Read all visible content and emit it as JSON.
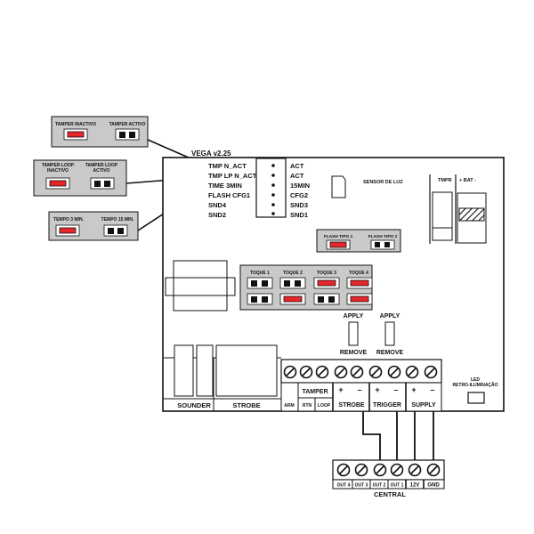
{
  "board": {
    "title": "VEGA v2.25",
    "left_labels": [
      "TMP N_ACT",
      "TMP LP N_ACT",
      "TIME 3MIN",
      "FLASH CFG1",
      "SND4",
      "SND2"
    ],
    "right_labels": [
      "ACT",
      "ACT",
      "15MIN",
      "CFG2",
      "SND3",
      "SND1"
    ],
    "sensor_label": "SENSOR DE LUZ",
    "tmpr_label": "TMPR",
    "bat_label": "+ BAT -",
    "led_label_1": "LED",
    "led_label_2": "RETRO-ILUMINAÇÃO"
  },
  "callouts": {
    "tamper_inactivo": "TAMPER INACTIVO",
    "tamper_activo": "TAMPER ACTIVO",
    "tamper_loop_inactivo_1": "TAMPER LOOP",
    "tamper_loop_inactivo_2": "INACTIVO",
    "tamper_loop_activo_1": "TAMPER LOOP",
    "tamper_loop_activo_2": "ACTIVO",
    "tempo_3": "TEMPO 3 MIN.",
    "tempo_15": "TEMPO 15 MIN.",
    "flash_tipo_1": "FLASH TIPO 1",
    "flash_tipo_2": "FLASH TIPO 2"
  },
  "toque": {
    "labels": [
      "TOQUE 1",
      "TOQUE 2",
      "TOQUE 3",
      "TOQUE 4"
    ]
  },
  "apply_remove": {
    "apply": "APPLY",
    "remove": "REMOVE"
  },
  "terminals": {
    "sounder": "SOUNDER",
    "strobe_bottom": "STROBE",
    "tamper": "TAMPER",
    "arm": "ARM",
    "rtn": "RTN",
    "loop": "LOOP",
    "strobe": "STROBE",
    "trigger": "TRIGGER",
    "supply": "SUPPLY",
    "plus": "+",
    "minus": "–"
  },
  "central": {
    "title": "CENTRAL",
    "labels": [
      "OUT 4",
      "OUT 3",
      "OUT 2",
      "OUT 1",
      "12V",
      "GND"
    ]
  },
  "colors": {
    "jumper_red": "#e8262a",
    "panel_grey": "#c9c9c9",
    "stroke": "#111111"
  }
}
